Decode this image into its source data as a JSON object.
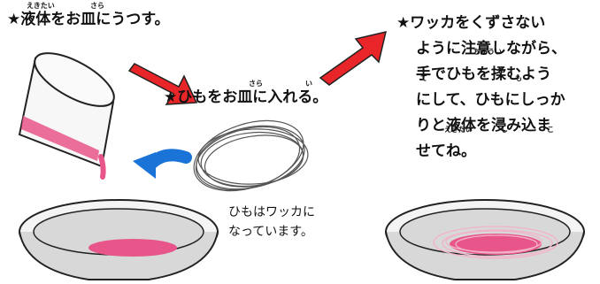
{
  "step1": {
    "text": "★液体をお皿にうつす。",
    "ruby": [
      "えきたい",
      "さら"
    ]
  },
  "step2": {
    "text": "★ひもをお皿に入れる。",
    "ruby": [
      "さら",
      "い"
    ]
  },
  "step3": {
    "lines": [
      "★ワッカをくずさない",
      "ように注意しながら、",
      "手でひもを揉むよう",
      "にして、ひもにしっか",
      "りと液体を浸み込ま",
      "せてね。"
    ],
    "ruby": [
      "ちゅうい",
      "て",
      "も",
      "えきたい",
      "し",
      "こ"
    ]
  },
  "note": {
    "lines": [
      "ひもはワッカに",
      "なっています。"
    ]
  },
  "colors": {
    "arrow_red": "#e8262a",
    "arrow_blue": "#1a74d8",
    "liquid_pink": "#e8558a",
    "bowl_inner": "#d8d8d8",
    "bowl_rim": "#f4f4f4"
  }
}
